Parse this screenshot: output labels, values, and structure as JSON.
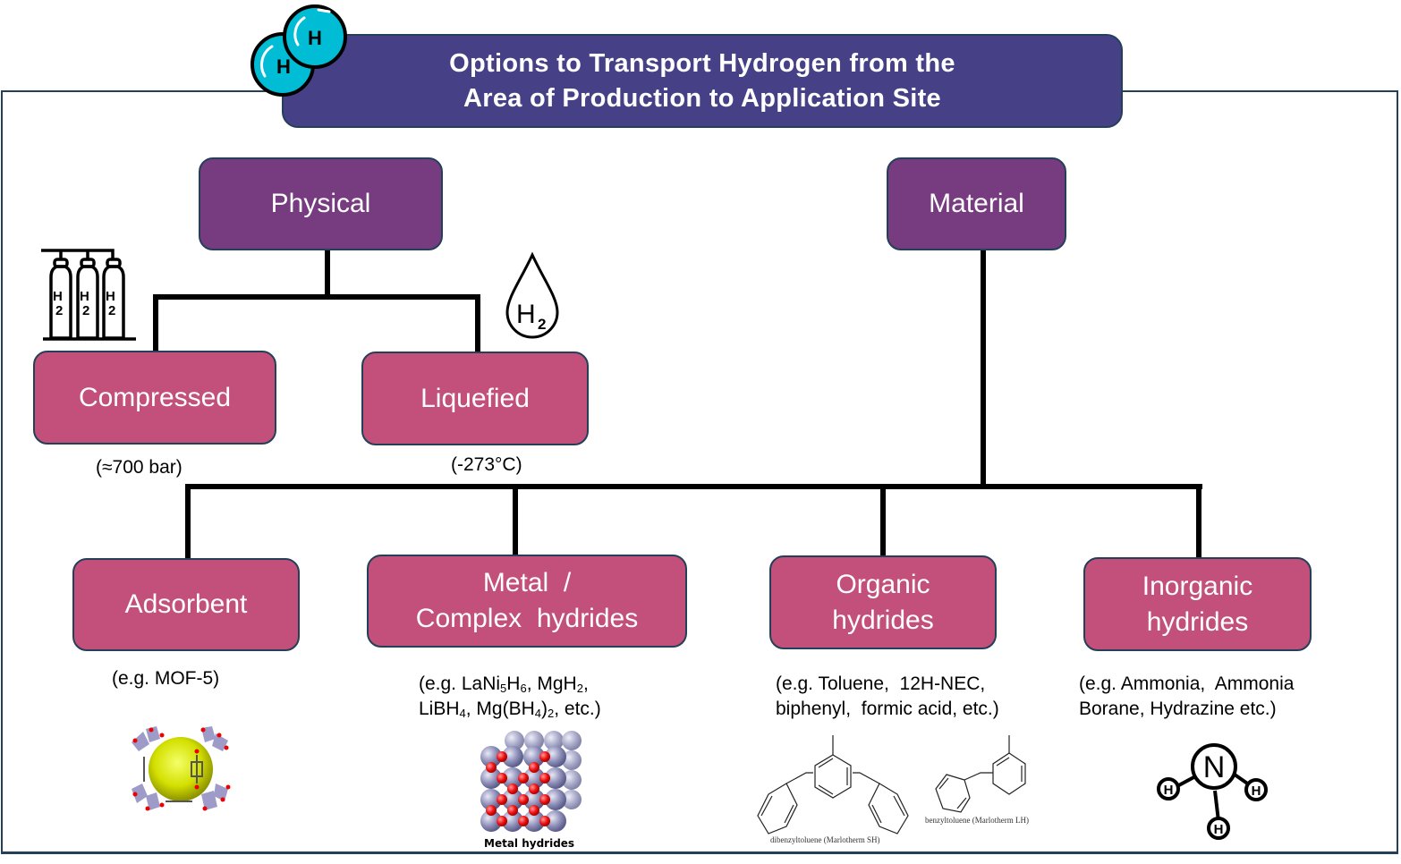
{
  "title": {
    "line1": "Options to Transport Hydrogen from the",
    "line2": "Area of Production to Application Site"
  },
  "h2_molecule_icon": {
    "atom1": "H",
    "atom2": "H"
  },
  "categories": {
    "physical": {
      "label": "Physical",
      "children": [
        {
          "label": "Compressed",
          "note": "(≈700 bar)",
          "icon": "gas-cylinders-icon",
          "icon_text": "H2"
        },
        {
          "label": "Liquefied",
          "note": "(-273°C)",
          "icon": "liquid-drop-icon",
          "icon_text": "H",
          "icon_sub": "2"
        }
      ]
    },
    "material": {
      "label": "Material",
      "children": [
        {
          "label_line1": "Adsorbent",
          "label_line2": "",
          "note_line1": "(e.g. MOF-5)",
          "image": "mof-5-structure"
        },
        {
          "label_line1": "Metal  /",
          "label_line2": "Complex  hydrides",
          "image": "metal-hydride-lattice",
          "image_caption": "Metal hydrides"
        },
        {
          "label_line1": "Organic",
          "label_line2": "hydrides",
          "note_line1": "(e.g. Toluene,  12H-NEC,",
          "note_line2": "biphenyl,  formic acid, etc.)",
          "image": "organic-molecules",
          "caption_a": "dibenzyltoluene (Marlotherm SH)",
          "caption_b": "benzyltoluene (Marlotherm LH)"
        },
        {
          "label_line1": "Inorganic",
          "label_line2": "hydrides",
          "note_line1": "(e.g. Ammonia,  Ammonia",
          "note_line2": "Borane, Hydrazine etc.)",
          "image": "ammonia-molecule",
          "center_atom": "N",
          "outer_atom": "H"
        }
      ]
    }
  },
  "metal_note": {
    "p1": "(e.g. LaNi",
    "s1": "5",
    "p2": "H",
    "s2": "6",
    "p3": ", MgH",
    "s3": "2",
    "p4": ",",
    "q1": "LiBH",
    "t1": "4",
    "q2": ", Mg(BH",
    "t2": "4",
    "q3": ")",
    "t3": "2",
    "q4": ", etc.)"
  },
  "colors": {
    "title_bg": "#464187",
    "category_bg": "#773c80",
    "option_bg": "#c3507a",
    "border": "#243f58",
    "h_atom": "#00bcd4"
  }
}
